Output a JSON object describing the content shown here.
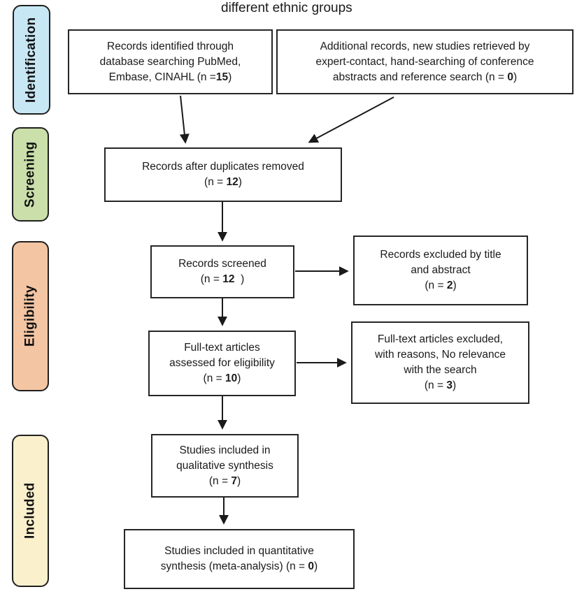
{
  "title": "different ethnic groups",
  "colors": {
    "identification_fill": "#c8e7f5",
    "screening_fill": "#cadfa9",
    "eligibility_fill": "#f3c5a3",
    "included_fill": "#faf0cb",
    "box_border": "#262626",
    "arrow": "#1a1a1a"
  },
  "sidebar": {
    "items": [
      {
        "label": "Identification",
        "color": "#c8e7f5"
      },
      {
        "label": "Screening",
        "color": "#cadfa9"
      },
      {
        "label": "Eligibility",
        "color": "#f3c5a3"
      },
      {
        "label": "Included",
        "color": "#faf0cb"
      }
    ]
  },
  "boxes": {
    "records_identified": {
      "line1": "Records identified through",
      "line2": "database searching PubMed,",
      "count_pre": "Embase, CINAHL (n =",
      "count": "15",
      "count_post": ")"
    },
    "additional_records": {
      "line1": "Additional records, new studies retrieved by",
      "line2": "expert-contact, hand-searching of conference",
      "count_pre": "abstracts and reference search (n = ",
      "count": "0",
      "count_post": ")"
    },
    "duplicates_removed": {
      "line1": "Records after duplicates removed",
      "count_pre": "(n = ",
      "count": "12",
      "count_post": ")"
    },
    "records_screened": {
      "line1": "Records screened",
      "count_pre": "(n = ",
      "count": "12",
      "count_post": "  )"
    },
    "records_excluded": {
      "line1": "Records excluded by title",
      "line2": "and abstract",
      "count_pre": "(n = ",
      "count": "2",
      "count_post": ")"
    },
    "fulltext_assessed": {
      "line1": "Full-text articles",
      "line2": "assessed for eligibility",
      "count_pre": "(n = ",
      "count": "10",
      "count_post": ")"
    },
    "fulltext_excluded": {
      "line1": "Full-text articles excluded,",
      "line2": "with reasons, No relevance",
      "line3": "with the search",
      "count_pre": "(n = ",
      "count": "3",
      "count_post": ")"
    },
    "qualitative_synthesis": {
      "line1": "Studies included in",
      "line2": "qualitative synthesis",
      "count_pre": "(n = ",
      "count": "7",
      "count_post": ")"
    },
    "quantitative_synthesis": {
      "line1": "Studies included in quantitative",
      "count_pre": "synthesis (meta-analysis) (n = ",
      "count": "0",
      "count_post": ")"
    }
  }
}
